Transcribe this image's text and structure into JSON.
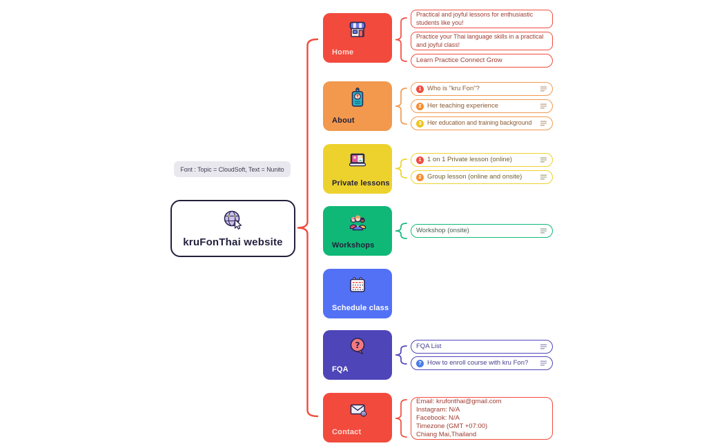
{
  "note": {
    "text": "Font : Topic = CloudSoft, Text = Nunito"
  },
  "root": {
    "label": "kruFonThai website",
    "icon": "globe-cursor-icon"
  },
  "colors": {
    "spine": "#F24A3D",
    "home": "#F24A3D",
    "about": "#F2994E",
    "private_lessons": "#EDD22E",
    "workshops": "#10B878",
    "schedule_class": "#5271F5",
    "fqa": "#4E45B8",
    "contact": "#F24A3D",
    "badge_1": "#F2493C",
    "badge_2": "#F68C2E",
    "badge_3": "#F0C420",
    "badge_question": "#4A7DE8",
    "leaf_text_red": "#9E3B31",
    "leaf_text_orange": "#8A5A31",
    "leaf_text_yellow": "#6E5E2B",
    "leaf_text_green": "#44604F",
    "leaf_text_indigo": "#45408F"
  },
  "branches": [
    {
      "label": "Home",
      "icon": "storefront-icon",
      "color": "#F24A3D",
      "children": [
        {
          "text": "Practical and joyful lessons for enthusiastic students like you!"
        },
        {
          "text": "Practice your Thai language skills in a practical and joyful class!"
        },
        {
          "text": "Learn Practice Connect Grow"
        }
      ]
    },
    {
      "label": "About",
      "icon": "id-badge-icon",
      "color": "#F2994E",
      "children": [
        {
          "badge": "1",
          "text": "Who is \"kru Fon\"?"
        },
        {
          "badge": "2",
          "text": "Her teaching experience"
        },
        {
          "badge": "3",
          "text": "Her education and training background"
        }
      ]
    },
    {
      "label": "Private lessons",
      "icon": "video-call-icon",
      "color": "#EDD22E",
      "children": [
        {
          "badge": "1",
          "text": "1 on 1 Private lesson (online)"
        },
        {
          "badge": "2",
          "text": "Group lesson (online and onsite)"
        }
      ]
    },
    {
      "label": "Workshops",
      "icon": "people-group-icon",
      "color": "#10B878",
      "children": [
        {
          "text": "Workshop (onsite)"
        }
      ]
    },
    {
      "label": "Schedule class",
      "icon": "calendar-icon",
      "color": "#5271F5",
      "children": []
    },
    {
      "label": "FQA",
      "icon": "question-bubble-icon",
      "color": "#4E45B8",
      "children": [
        {
          "text": "FQA List"
        },
        {
          "badge": "?",
          "text": "How to enroll course with kru Fon?"
        }
      ]
    },
    {
      "label": "Contact",
      "icon": "envelope-icon",
      "color": "#F24A3D",
      "children": [
        {
          "text": "Email: krufonthai@gmail.com\nInstagram: N/A\nFacebook:  N/A\nTimezone (GMT +07:00)\nChiang Mai,Thailand"
        }
      ]
    }
  ]
}
